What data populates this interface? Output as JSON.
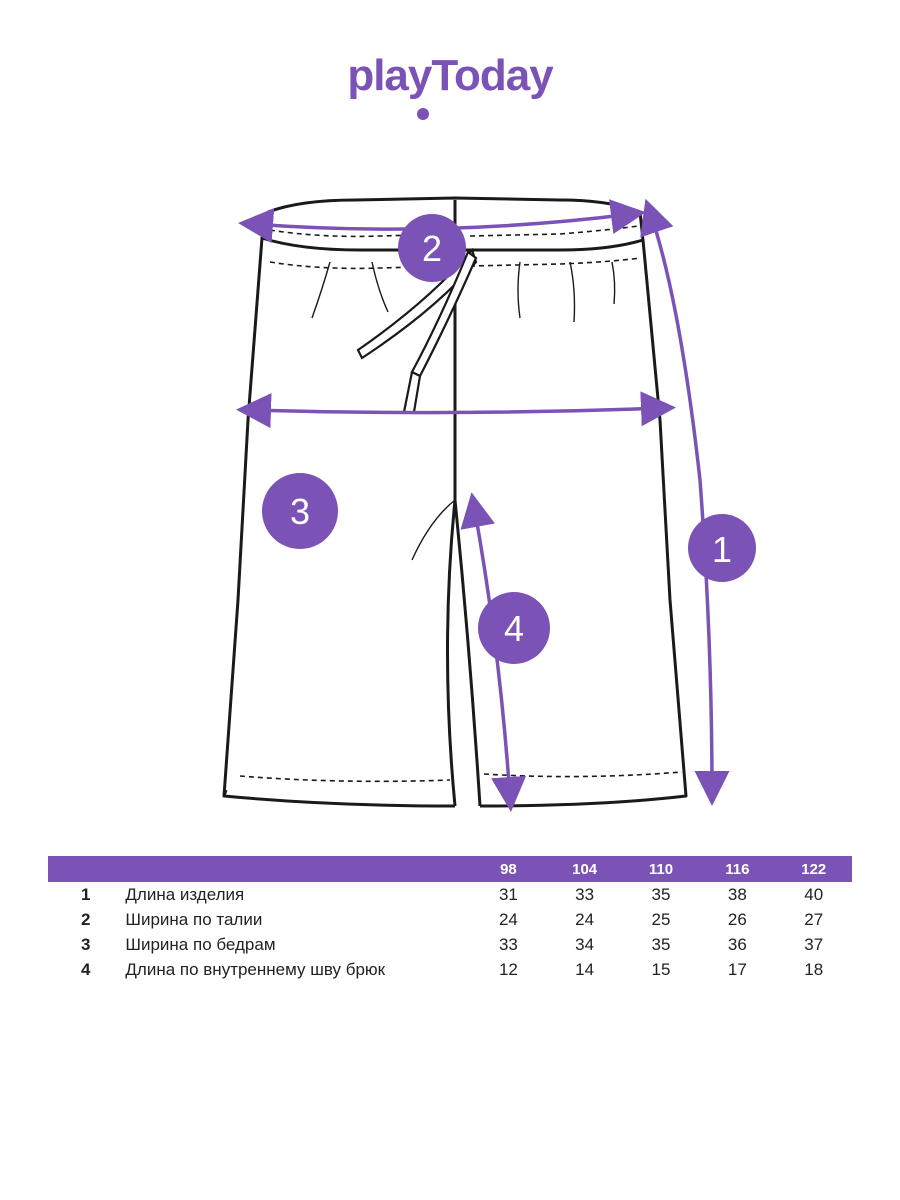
{
  "brand": {
    "name": "playToday",
    "color": "#7b52b5"
  },
  "callouts": [
    {
      "number": "1",
      "meaning": "length"
    },
    {
      "number": "2",
      "meaning": "waist"
    },
    {
      "number": "3",
      "meaning": "hips"
    },
    {
      "number": "4",
      "meaning": "inseam"
    }
  ],
  "size_table": {
    "sizes": [
      "98",
      "104",
      "110",
      "116",
      "122"
    ],
    "rows": [
      {
        "num": "1",
        "label": "Длина изделия",
        "values": [
          "31",
          "33",
          "35",
          "38",
          "40"
        ]
      },
      {
        "num": "2",
        "label": "Ширина по талии",
        "values": [
          "24",
          "24",
          "25",
          "26",
          "27"
        ]
      },
      {
        "num": "3",
        "label": "Ширина по бедрам",
        "values": [
          "33",
          "34",
          "35",
          "36",
          "37"
        ]
      },
      {
        "num": "4",
        "label": "Длина по внутреннему шву брюк",
        "values": [
          "12",
          "14",
          "15",
          "17",
          "18"
        ]
      }
    ]
  }
}
